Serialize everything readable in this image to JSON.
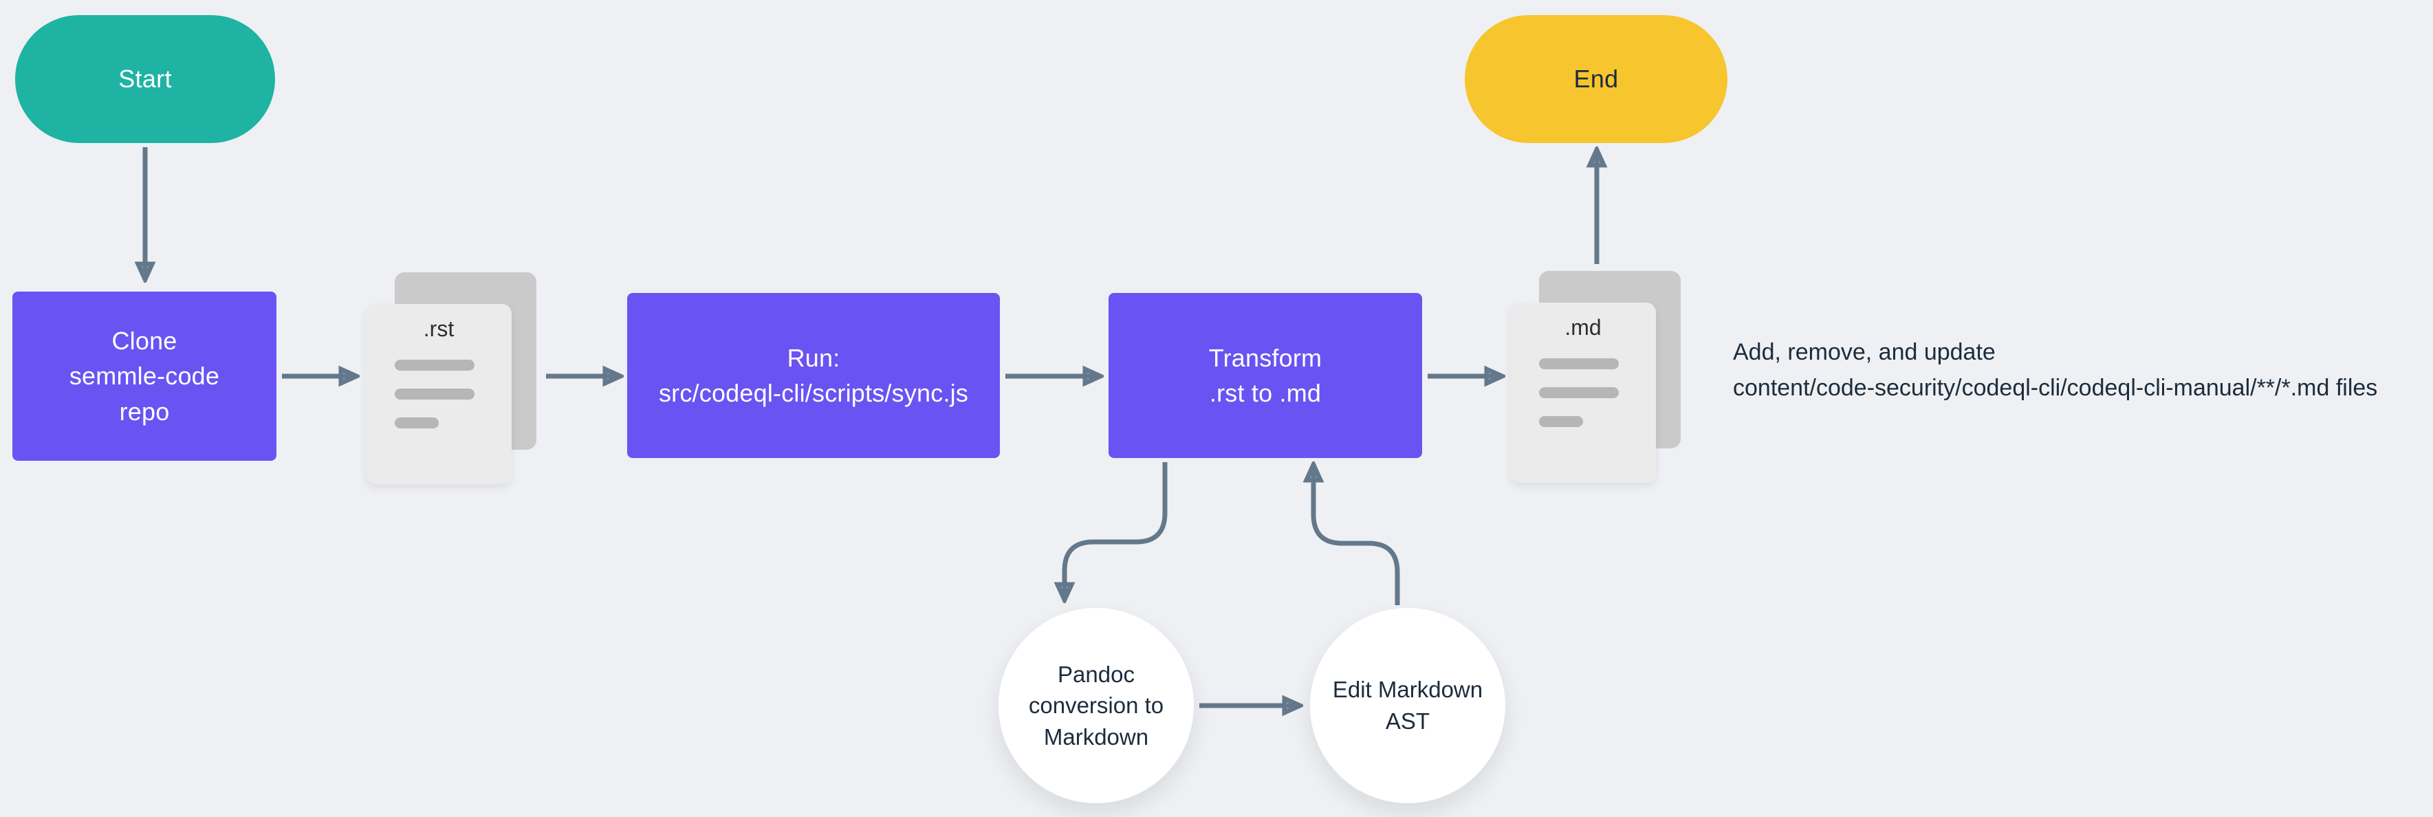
{
  "colors": {
    "background": "#eef0f3",
    "node_purple": "#6a53f2",
    "start_teal": "#1eb3a2",
    "end_yellow": "#f7c52d",
    "arrow_gray": "#64788c",
    "doc_back": "#cacaca",
    "doc_front": "#ebebeb",
    "doc_bar": "#b6b6b6",
    "circle_white": "#ffffff",
    "text_dark": "#1d2c3c",
    "text_light": "#ffffff"
  },
  "nodes": {
    "start": {
      "label": "Start",
      "shape": "pill"
    },
    "clone": {
      "label": "Clone\nsemmle-code\nrepo",
      "shape": "rect"
    },
    "rst_file": {
      "label": ".rst",
      "shape": "document"
    },
    "run": {
      "label": "Run:\nsrc/codeql-cli/scripts/sync.js",
      "shape": "rect"
    },
    "transform": {
      "label": "Transform\n.rst to .md",
      "shape": "rect"
    },
    "md_file": {
      "label": ".md",
      "shape": "document"
    },
    "end": {
      "label": "End",
      "shape": "pill"
    },
    "pandoc": {
      "label": "Pandoc\nconversion to\nMarkdown",
      "shape": "circle"
    },
    "edit_ast": {
      "label": "Edit Markdown\nAST",
      "shape": "circle"
    }
  },
  "annotations": {
    "md_note": "Add, remove, and update\ncontent/code-security/codeql-cli/codeql-cli-manual/**/*.md files"
  },
  "edges": [
    {
      "from": "start",
      "to": "clone"
    },
    {
      "from": "clone",
      "to": "rst_file"
    },
    {
      "from": "rst_file",
      "to": "run"
    },
    {
      "from": "run",
      "to": "transform"
    },
    {
      "from": "transform",
      "to": "md_file"
    },
    {
      "from": "md_file",
      "to": "end"
    },
    {
      "from": "transform",
      "to": "pandoc"
    },
    {
      "from": "pandoc",
      "to": "edit_ast"
    },
    {
      "from": "edit_ast",
      "to": "transform"
    }
  ]
}
